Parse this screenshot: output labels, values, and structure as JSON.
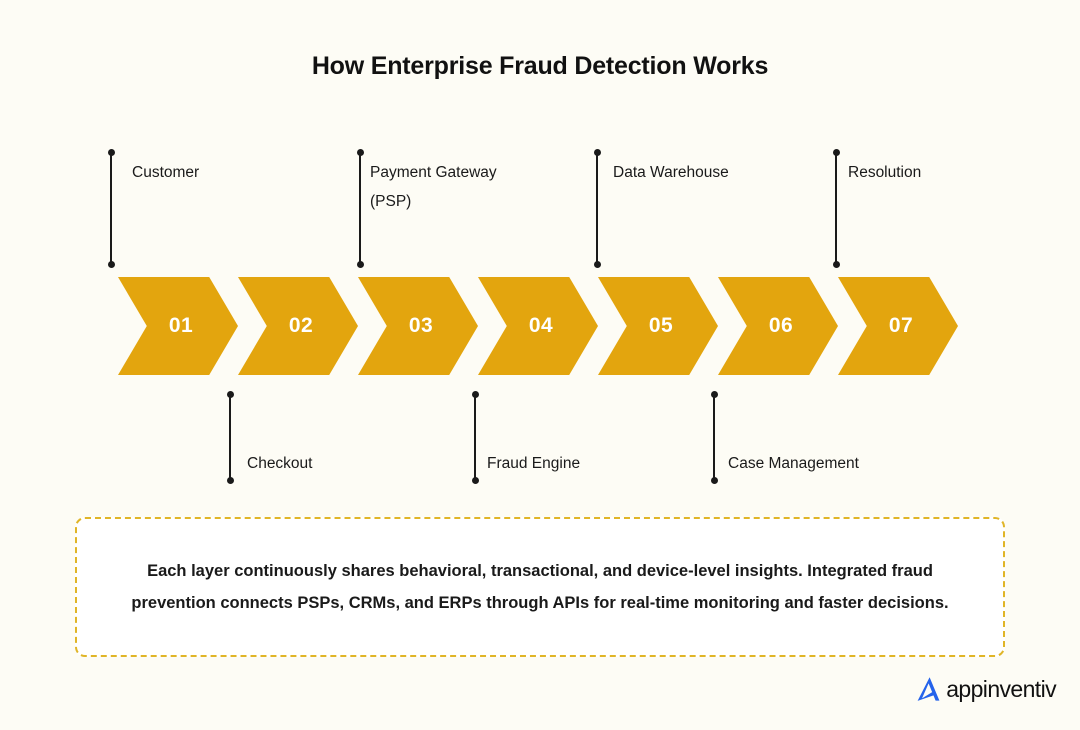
{
  "title": "How Enterprise Fraud Detection Works",
  "colors": {
    "background": "#FDFCF5",
    "chevron": "#E3A50E",
    "chevron_number": "#FFFFFF",
    "connector": "#1A1A1A",
    "note_border": "#E0B527",
    "note_background": "#FFFFFF",
    "logo_mark": "#2563EB",
    "text": "#1A1A1A"
  },
  "steps": [
    {
      "number": "01",
      "label": "Customer",
      "position": "above"
    },
    {
      "number": "02",
      "label": "Checkout",
      "position": "below"
    },
    {
      "number": "03",
      "label": "Payment Gateway\n(PSP)",
      "position": "above"
    },
    {
      "number": "04",
      "label": "Fraud Engine",
      "position": "below"
    },
    {
      "number": "05",
      "label": "Data Warehouse",
      "position": "above"
    },
    {
      "number": "06",
      "label": "Case Management",
      "position": "below"
    },
    {
      "number": "07",
      "label": "Resolution",
      "position": "above"
    }
  ],
  "note": {
    "text": "Each layer continuously shares behavioral, transactional, and device-level insights. Integrated fraud prevention connects PSPs, CRMs, and ERPs through APIs for real-time monitoring and faster decisions."
  },
  "logo": {
    "name": "appinventiv",
    "mark": "appinventiv-a-mark"
  }
}
